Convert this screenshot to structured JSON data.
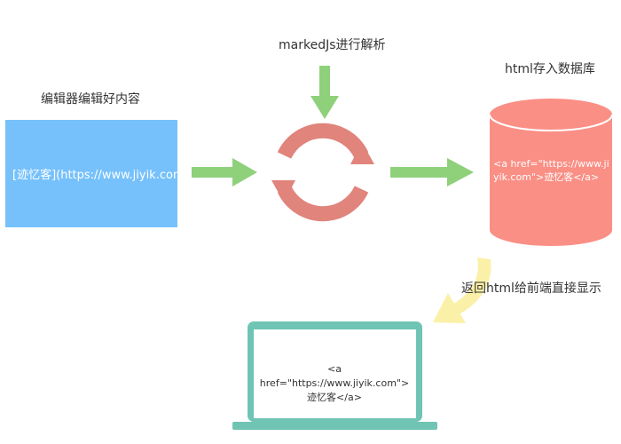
{
  "labels": {
    "editor_title": "编辑器编辑好内容",
    "parser_title": "markedJs进行解析",
    "db_title": "html存入数据库",
    "return_label": "返回html给前端直接显示"
  },
  "editor_box": {
    "text": "[迹忆客](https://www.jiyik.com)"
  },
  "database": {
    "text": "<a href=\"https://www.jiyik.com\">迹忆客</a>"
  },
  "screen": {
    "line1": "<a href=\"https://www.jiyik.com\">",
    "line2": "迹忆客</a>"
  },
  "colors": {
    "editor": "#76c1fb",
    "arrow_green": "#8fd07b",
    "cycle": "#e0847c",
    "database": "#fa8f85",
    "return_arrow": "#fbf0a8",
    "laptop": "#6fc4b3"
  },
  "icons": [
    "refresh-icon",
    "database-icon",
    "laptop-icon"
  ]
}
